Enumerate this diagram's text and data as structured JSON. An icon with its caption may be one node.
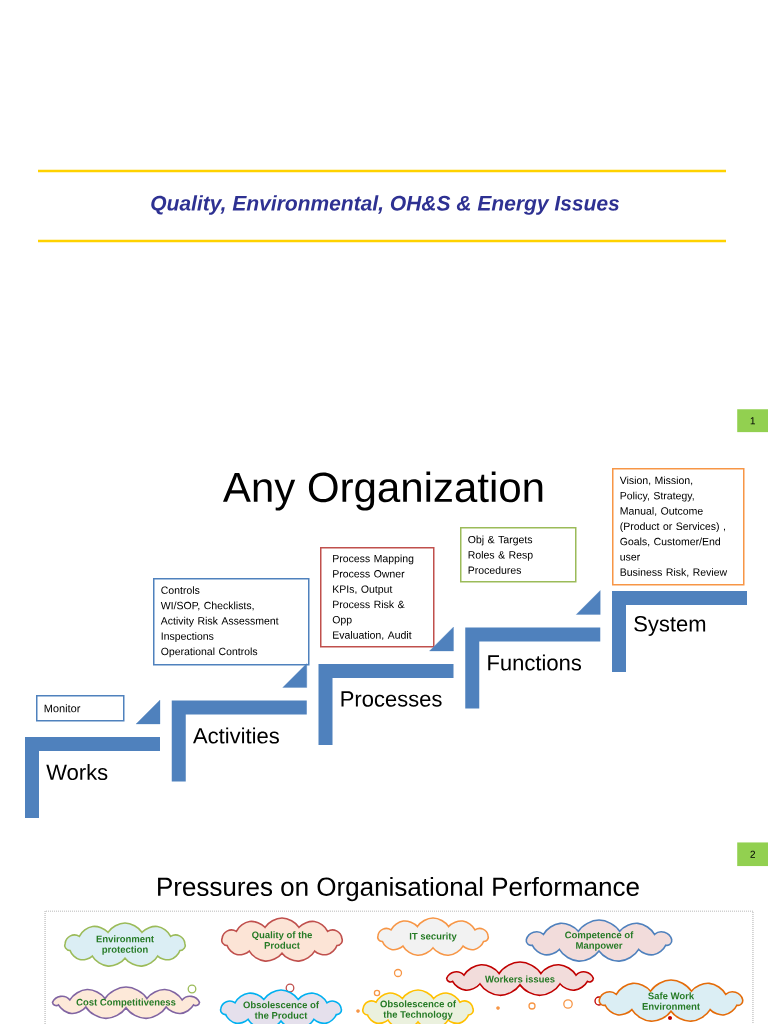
{
  "diagram": {
    "title": "Quality, Environmental, OH&S & Energy Issues",
    "nodes": [
      {
        "text": [
          "1"
        ]
      },
      {
        "text": [
          "Monitor"
        ]
      },
      {
        "text": [
          "Works"
        ]
      },
      {
        "text": [
          "Controls",
          "WI/SOP, Checklists,",
          "Activity Risk Assessment",
          "Inspections",
          "Operational Controls"
        ]
      },
      {
        "text": [
          "Activities"
        ]
      },
      {
        "text": [
          "Process Mapping",
          "Process Owner",
          "KPIs, Output",
          "Process Risk & Opp",
          "Evaluation, Audit"
        ]
      },
      {
        "text": [
          "Processes"
        ]
      },
      {
        "text": [
          "Obj & Targets",
          "Roles & Resp",
          "Procedures"
        ]
      },
      {
        "text": [
          "Functions"
        ]
      },
      {
        "text": [
          "Vision, Mission,",
          "Policy, Strategy,",
          "Manual, Outcome",
          "(Product or Services) ,",
          "Goals, Customer/End user",
          "Business Risk, Review"
        ]
      },
      {
        "text": [
          "System"
        ]
      },
      {
        "text": [
          "2"
        ]
      },
      {
        "text": [
          "Environment protection"
        ]
      },
      {
        "text": [
          "Quality of the Product"
        ]
      },
      {
        "text": [
          "IT security"
        ]
      },
      {
        "text": [
          "Competence of Manpower"
        ]
      },
      {
        "text": [
          "Workers issues"
        ]
      },
      {
        "text": [
          "Cost Competitiveness"
        ]
      },
      {
        "text": [
          "Obsolescence of the Product"
        ]
      },
      {
        "text": [
          "Obsolescence of the Technology"
        ]
      },
      {
        "text": [
          "Safe Work Environment"
        ]
      }
    ],
    "edges": [
      {
        "from": 4,
        "to": 2,
        "arrow": "to"
      },
      {
        "from": 6,
        "to": 4,
        "arrow": "to"
      },
      {
        "from": 8,
        "to": 6,
        "arrow": "to"
      },
      {
        "from": 10,
        "to": 8,
        "arrow": "to"
      }
    ],
    "labels": [
      "Any Organization",
      "Pressures on Organisational Performance"
    ]
  }
}
